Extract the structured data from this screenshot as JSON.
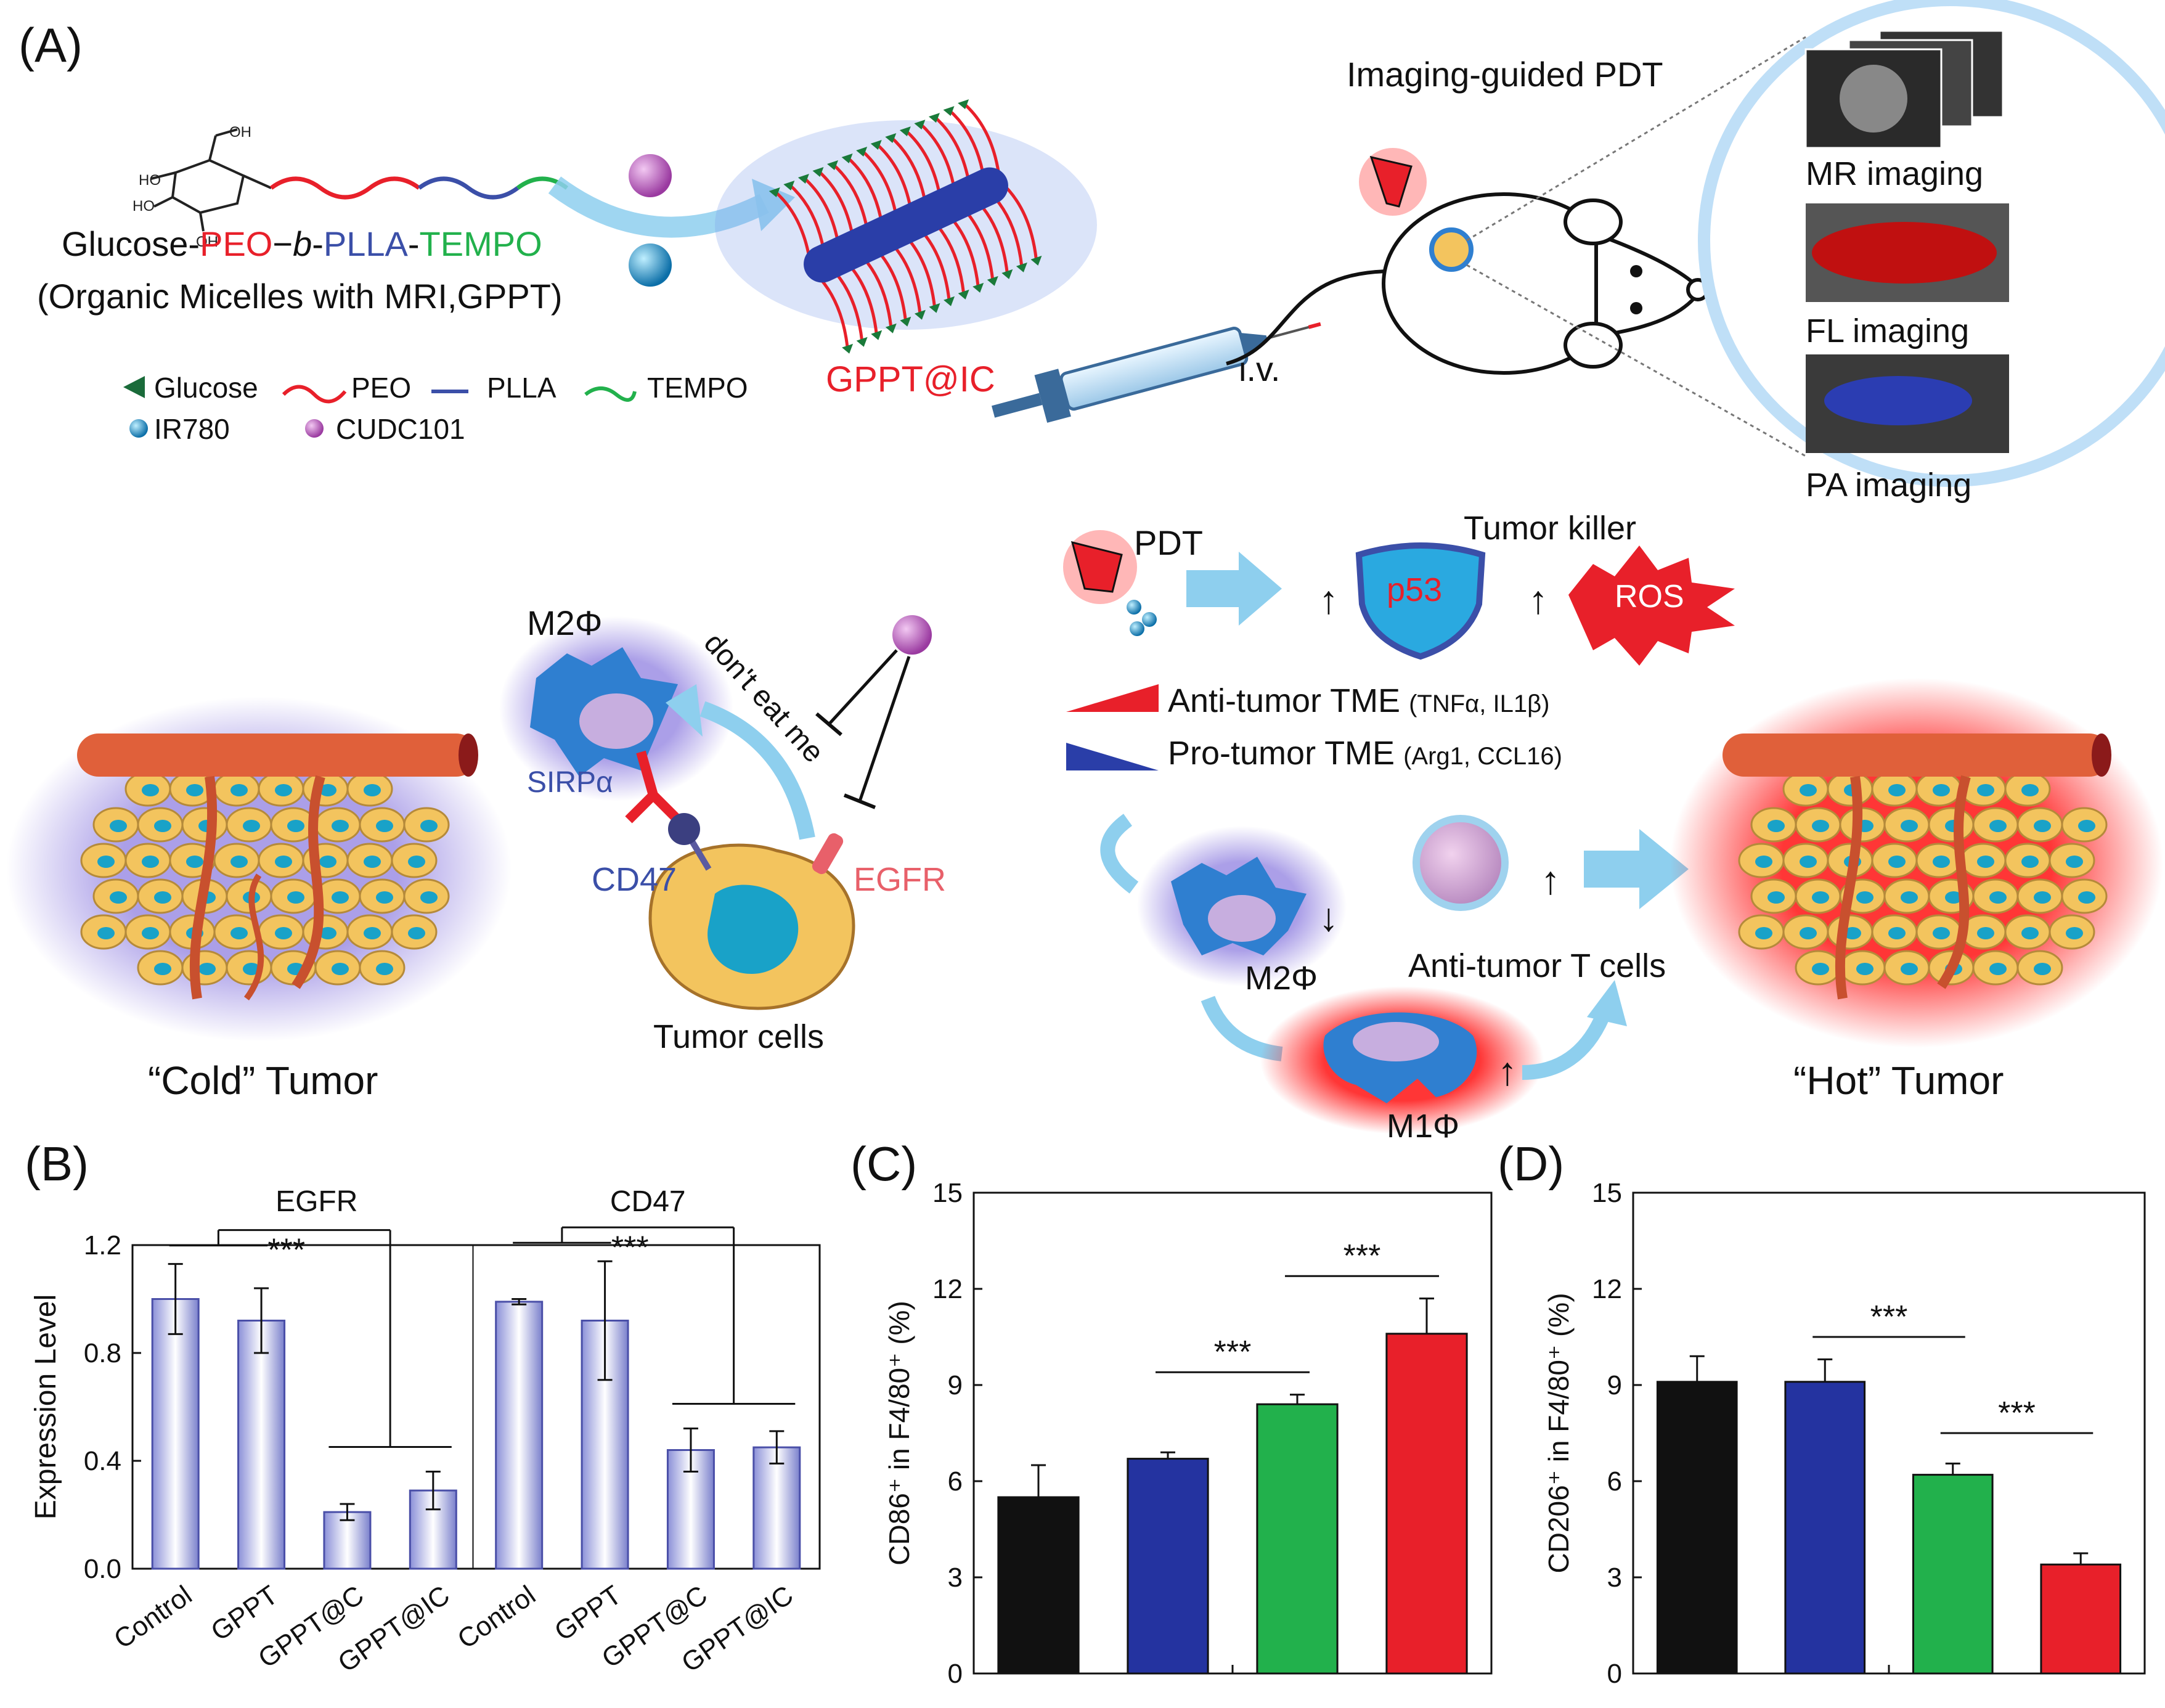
{
  "panel_labels": {
    "a": "(A)",
    "b": "(B)",
    "c": "(C)",
    "d": "(D)"
  },
  "scheme": {
    "polymer_name": {
      "p1": "Glucose-",
      "p2": "PEO",
      "p3": "−",
      "p4": "b",
      "p5": "-",
      "p6": "PLLA",
      "p7": "-",
      "p8": "TEMPO"
    },
    "micelle_caption": "(Organic Micelles with MRI,GPPT)",
    "legend": {
      "glucose": "Glucose",
      "peo": "PEO",
      "plla": "PLLA",
      "tempo": "TEMPO",
      "ir780": "IR780",
      "cudc101": "CUDC101"
    },
    "nanoparticle_label": "GPPT@IC",
    "injection_label": "i.v.",
    "imaging_title": "Imaging-guided PDT",
    "imaging_modes": [
      "MR imaging",
      "FL imaging",
      "PA imaging"
    ],
    "pdt_label": "PDT",
    "tumor_killer_label": "Tumor killer",
    "p53_label": "p53",
    "ros_label": "ROS",
    "anti_tme": {
      "label": "Anti-tumor TME",
      "markers": "(TNFα, IL1β)"
    },
    "pro_tme": {
      "label": "Pro-tumor  TME",
      "markers": "(Arg1, CCL16)"
    },
    "m2_label": "M2Φ",
    "m2_label_lower": "M2Φ",
    "m1_label": "M1Φ",
    "t_cell_label": "Anti-tumor T cells",
    "sirpa_label": "SIRPα",
    "dont_eat_me": "don't eat me",
    "cd47_label": "CD47",
    "egfr_label": "EGFR",
    "tumor_cells_label": "Tumor cells",
    "cold_tumor": "“Cold” Tumor",
    "hot_tumor": "“Hot” Tumor",
    "arrow_symbol": "↑",
    "down_arrow_symbol": "↓"
  },
  "colors": {
    "red": "#e8202a",
    "blue": "#3b4fa8",
    "green": "#22b14c",
    "black": "#111111",
    "vessel": "#e0603a",
    "glow_purple": "#9d8fe0",
    "glow_red": "#ff2b2b",
    "light_blue": "#8ecfee",
    "macrophage": "#2f7fd0",
    "tumor_cell": "#f3c45e",
    "nucleus": "#19a2c8"
  },
  "chart_data": [
    {
      "type": "bar",
      "panel": "B",
      "ylabel": "Expression Level",
      "ylim": [
        0.0,
        1.2
      ],
      "yticks": [
        "0.0",
        "0.4",
        "0.8",
        "1.2"
      ],
      "groups": [
        {
          "title": "EGFR",
          "categories": [
            "Control",
            "GPPT",
            "GPPT@C",
            "GPPT@IC"
          ],
          "values": [
            1.0,
            0.92,
            0.21,
            0.29
          ],
          "errors": [
            0.13,
            0.12,
            0.03,
            0.07
          ],
          "significance": "***"
        },
        {
          "title": "CD47",
          "categories": [
            "Control",
            "GPPT",
            "GPPT@C",
            "GPPT@IC"
          ],
          "values": [
            0.99,
            0.92,
            0.44,
            0.45
          ],
          "errors": [
            0.01,
            0.22,
            0.08,
            0.06
          ],
          "significance": "***"
        }
      ]
    },
    {
      "type": "bar",
      "panel": "C",
      "ylabel": "CD86⁺ in F4/80⁺ (%)",
      "ylim": [
        0,
        15
      ],
      "yticks": [
        "0",
        "3",
        "6",
        "9",
        "12",
        "15"
      ],
      "values": [
        5.5,
        6.7,
        8.4,
        10.6
      ],
      "errors": [
        1.0,
        0.2,
        0.3,
        1.1
      ],
      "colors": [
        "#111111",
        "#2433a0",
        "#22b14c",
        "#e8202a"
      ],
      "significance": [
        "***",
        "***"
      ]
    },
    {
      "type": "bar",
      "panel": "D",
      "ylabel": "CD206⁺ in F4/80⁺ (%)",
      "ylim": [
        0,
        15
      ],
      "yticks": [
        "0",
        "3",
        "6",
        "9",
        "12",
        "15"
      ],
      "values": [
        9.1,
        9.1,
        6.2,
        3.4
      ],
      "errors": [
        0.8,
        0.7,
        0.35,
        0.35
      ],
      "colors": [
        "#111111",
        "#2433a0",
        "#22b14c",
        "#e8202a"
      ],
      "significance": [
        "***",
        "***"
      ]
    }
  ]
}
